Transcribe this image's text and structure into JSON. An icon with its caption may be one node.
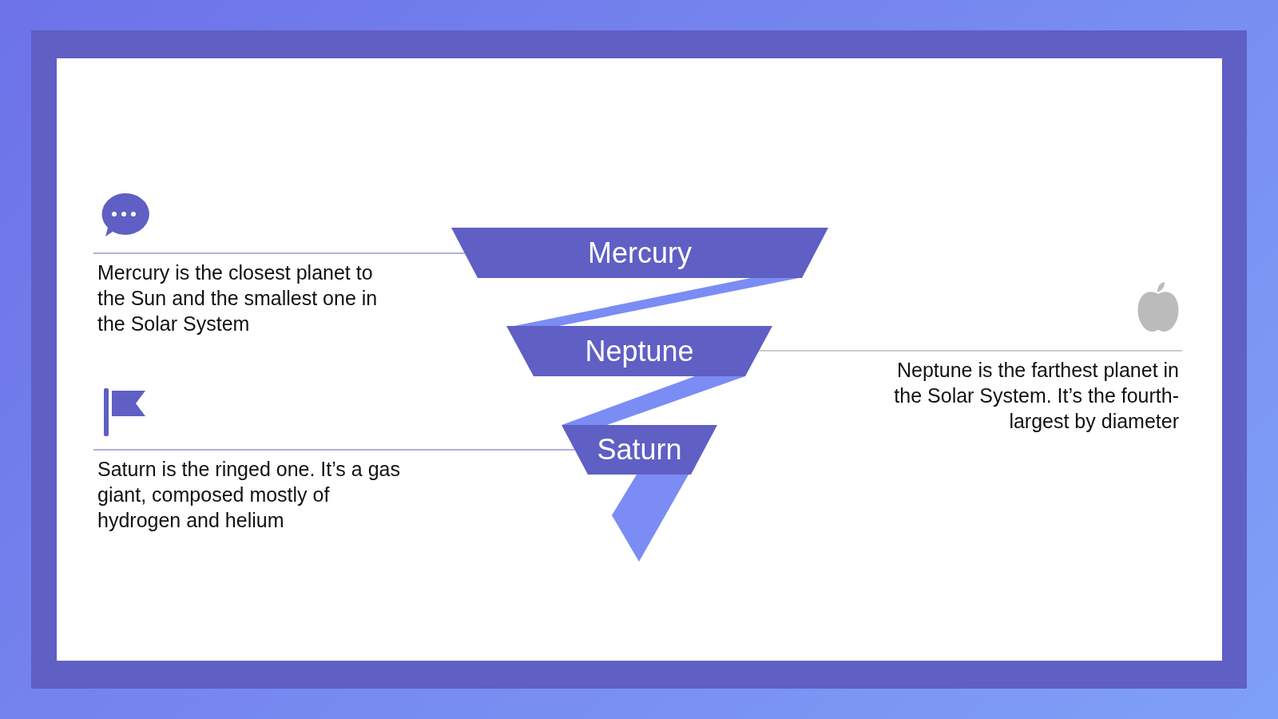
{
  "diagram": {
    "nodes": [
      {
        "text": [
          "Mercury"
        ]
      },
      {
        "text": [
          "Neptune"
        ]
      },
      {
        "text": [
          "Saturn"
        ]
      },
      {
        "text": [
          "Mercury is the closest planet to the Sun and the smallest one in the Solar System"
        ]
      },
      {
        "text": [
          "Neptune is the farthest planet in the Solar System. It’s the fourth-largest by diameter"
        ]
      },
      {
        "text": [
          "Saturn is the ringed one. It’s a gas giant, composed mostly of hydrogen and helium"
        ]
      }
    ],
    "edges": [
      {
        "from": 3,
        "to": 0,
        "arrow": "none"
      },
      {
        "from": 4,
        "to": 1,
        "arrow": "none"
      },
      {
        "from": 5,
        "to": 2,
        "arrow": "none"
      }
    ]
  }
}
